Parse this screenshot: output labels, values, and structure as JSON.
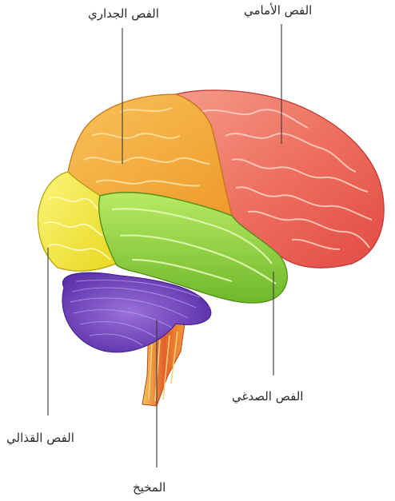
{
  "labels": {
    "parietal": "الفص الجداري",
    "frontal": "الفص الأمامي",
    "temporal": "الفص الصدغي",
    "occipital": "الفص القذالي",
    "cerebellum": "المخيخ"
  },
  "colors": {
    "frontal": "#ef6b5b",
    "parietal": "#f4a73b",
    "occipital": "#f3ec3b",
    "temporal": "#8fd23a",
    "cerebellum": "#7b4cc6",
    "brainstem": "#e86a2a",
    "leader_line": "#3a3a3a"
  }
}
